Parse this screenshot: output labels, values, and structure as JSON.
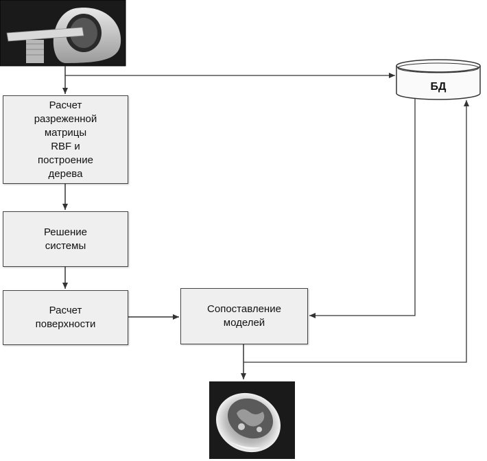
{
  "nodes": {
    "rbf": "Расчет\nразреженной\nматрицы\nRBF и\nпостроение\nдерева",
    "solve": "Решение\nсистемы",
    "surface": "Расчет\nповерхности",
    "matching": "Сопоставление\nмоделей",
    "database": "БД"
  },
  "images": {
    "scanner": "ct-scanner-icon",
    "model": "ct-slice-model-icon"
  },
  "colors": {
    "box_fill": "#efefef",
    "box_border": "#444444",
    "arrow": "#333333",
    "image_bg": "#1a1a1a"
  }
}
